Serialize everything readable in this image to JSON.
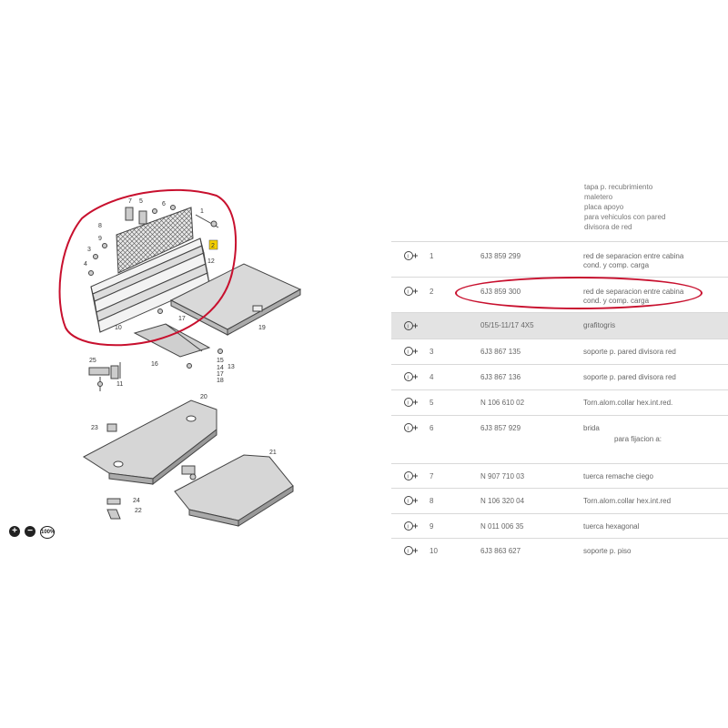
{
  "header_lines": [
    "tapa p. recubrimiento",
    "maletero",
    "placa apoyo",
    "para vehiculos con pared",
    "divisora de red"
  ],
  "zoom": {
    "in_label": "+",
    "out_label": "−",
    "reset_label": "100%"
  },
  "diagram_labels": {
    "l1": "1",
    "l2": "2",
    "l3": "3",
    "l4": "4",
    "l5": "5",
    "l6": "6",
    "l7": "7",
    "l8": "8",
    "l9": "9",
    "l10": "10",
    "l11": "11",
    "l12": "12",
    "l13": "13",
    "l14": "14",
    "l15": "15",
    "l16": "16",
    "l17": "17",
    "l18": "18",
    "l19": "19",
    "l20": "20",
    "l21": "21",
    "l22": "22",
    "l23": "23",
    "l24": "24",
    "l25": "25"
  },
  "rows": [
    {
      "pos": "1",
      "pn": "6J3 859 299",
      "desc": "red de separacion entre cabina",
      "desc2": "cond. y comp. carga",
      "sub": ""
    },
    {
      "pos": "2",
      "pn": "6J3 859 300",
      "desc": "red de separacion entre cabina",
      "desc2": "cond. y comp. carga",
      "sub": ""
    },
    {
      "pos": "",
      "pn": "05/15-11/17 4X5",
      "desc": "grafitogris",
      "desc2": "",
      "sub": ""
    },
    {
      "pos": "3",
      "pn": "6J3 867 135",
      "desc": "soporte p. pared divisora red",
      "desc2": "",
      "sub": ""
    },
    {
      "pos": "4",
      "pn": "6J3 867 136",
      "desc": "soporte p. pared divisora red",
      "desc2": "",
      "sub": ""
    },
    {
      "pos": "5",
      "pn": "N   106 610 02",
      "desc": "Torn.alom.collar hex.int.red.",
      "desc2": "",
      "sub": ""
    },
    {
      "pos": "6",
      "pn": "6J3 857 929",
      "desc": "brida",
      "desc2": "",
      "sub": "para fijacion a:"
    },
    {
      "pos": "7",
      "pn": "N   907 710 03",
      "desc": "tuerca remache ciego",
      "desc2": "",
      "sub": ""
    },
    {
      "pos": "8",
      "pn": "N   106 320 04",
      "desc": "Torn.alom.collar hex.int.red",
      "desc2": "",
      "sub": ""
    },
    {
      "pos": "9",
      "pn": "N   011 006 35",
      "desc": "tuerca hexagonal",
      "desc2": "",
      "sub": ""
    },
    {
      "pos": "10",
      "pn": "6J3 863 627",
      "desc": "soporte p. piso",
      "desc2": "",
      "sub": ""
    }
  ],
  "colors": {
    "annotation": "#c8102e",
    "highlight_row": "#e3e3e3",
    "label_badge": "#f5d000"
  },
  "icons": {
    "row_icon": "info-plus-icon"
  }
}
